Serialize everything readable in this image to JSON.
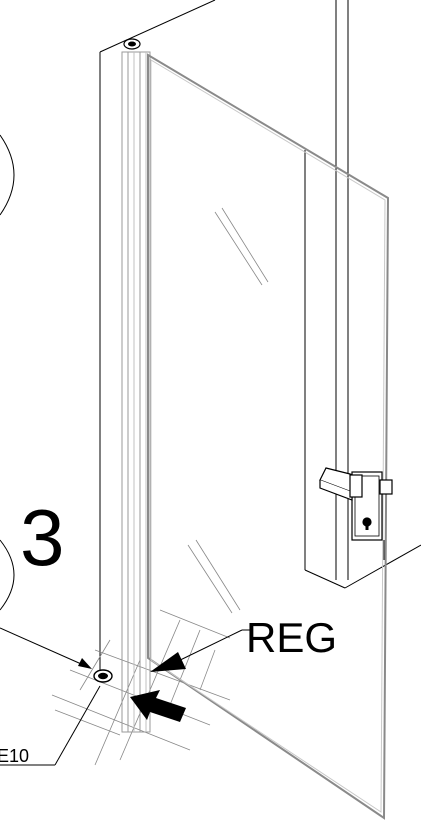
{
  "diagram": {
    "step_number": "3",
    "label_reg": "REG",
    "label_part": "E10"
  },
  "colors": {
    "line": "#000000",
    "glass_edge": "#8a8a8a",
    "glass_edge_light": "#b5b5b5",
    "profile": "#a0a0a0",
    "grid": "#888888",
    "background": "#ffffff"
  }
}
